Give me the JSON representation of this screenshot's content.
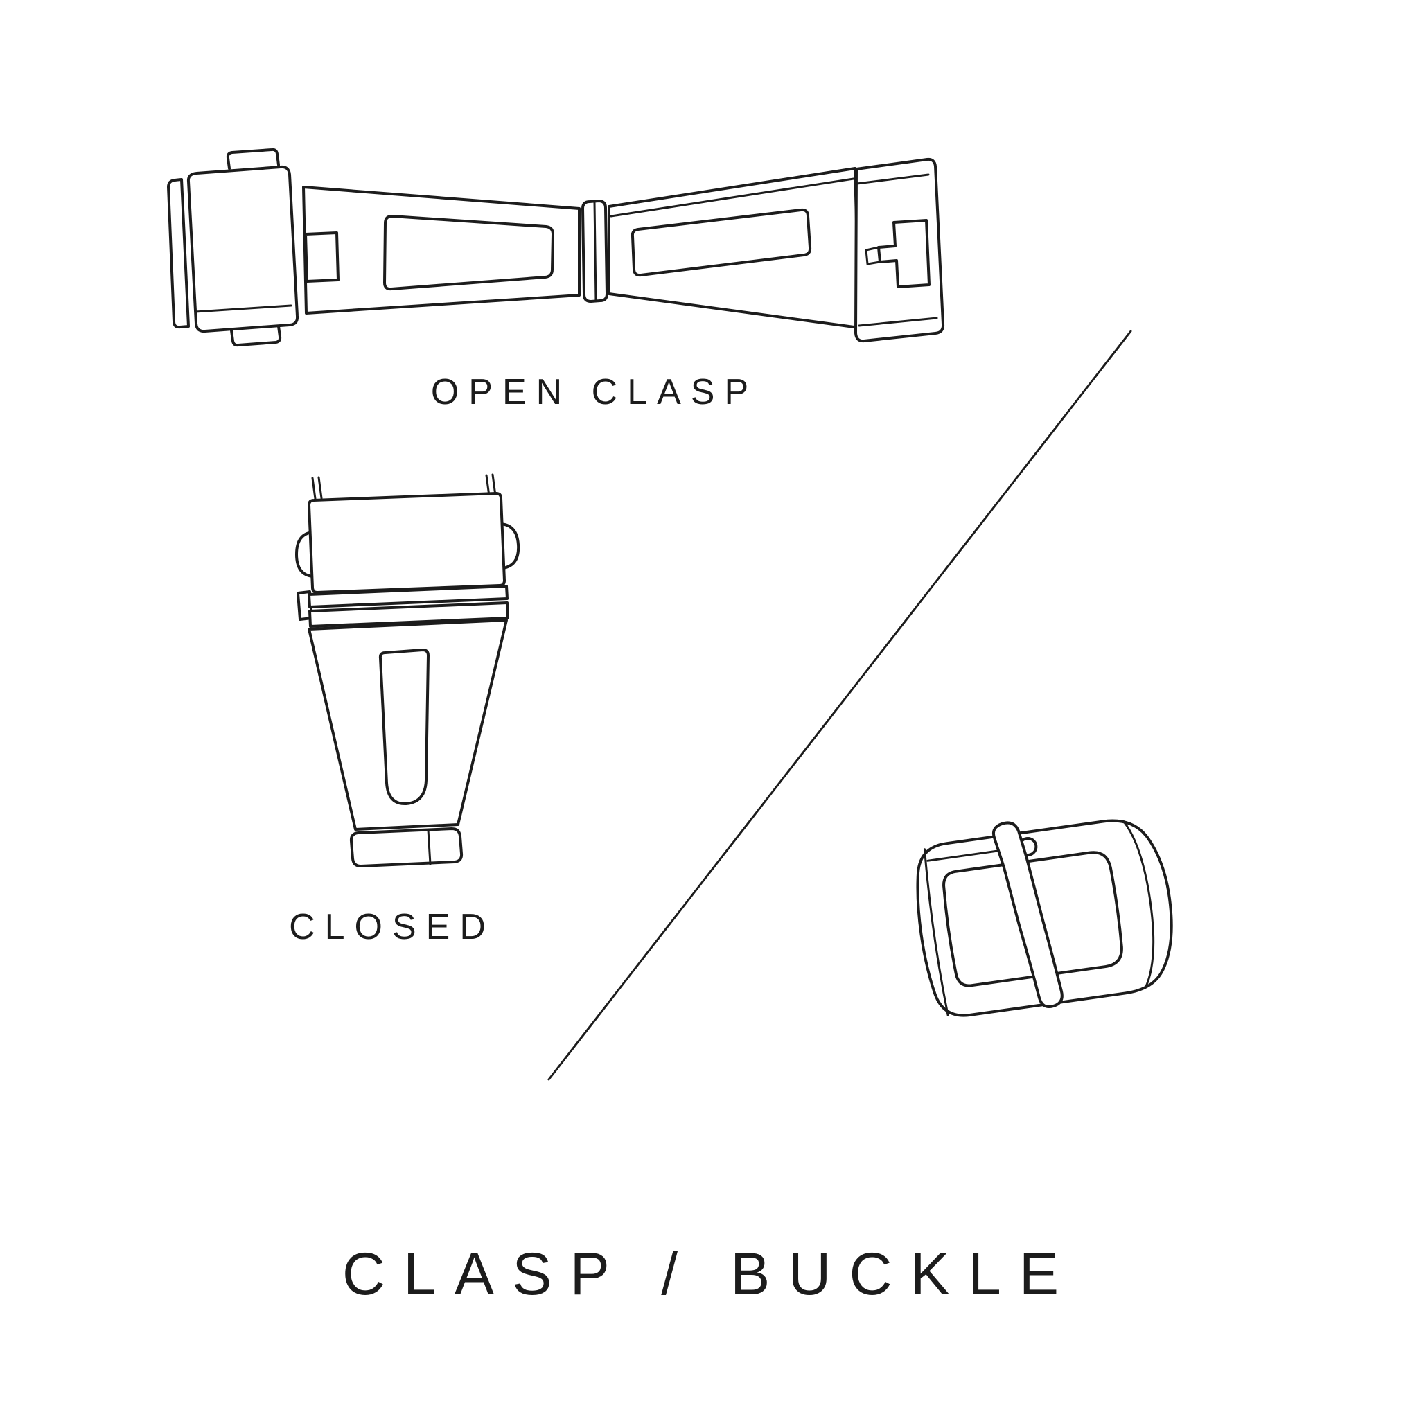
{
  "title": "CLASP / BUCKLE",
  "labels": {
    "open_clasp": "OPEN CLASP",
    "closed": "CLOSED"
  },
  "illustrations": {
    "open_clasp": "open-deployant-clasp-line-drawing",
    "closed_clasp": "closed-deployant-clasp-line-drawing",
    "buckle": "pin-buckle-line-drawing",
    "divider": "diagonal-divider-line"
  },
  "colors": {
    "background": "#ffffff",
    "line": "#1c1c1c",
    "text": "#1c1c1c"
  }
}
